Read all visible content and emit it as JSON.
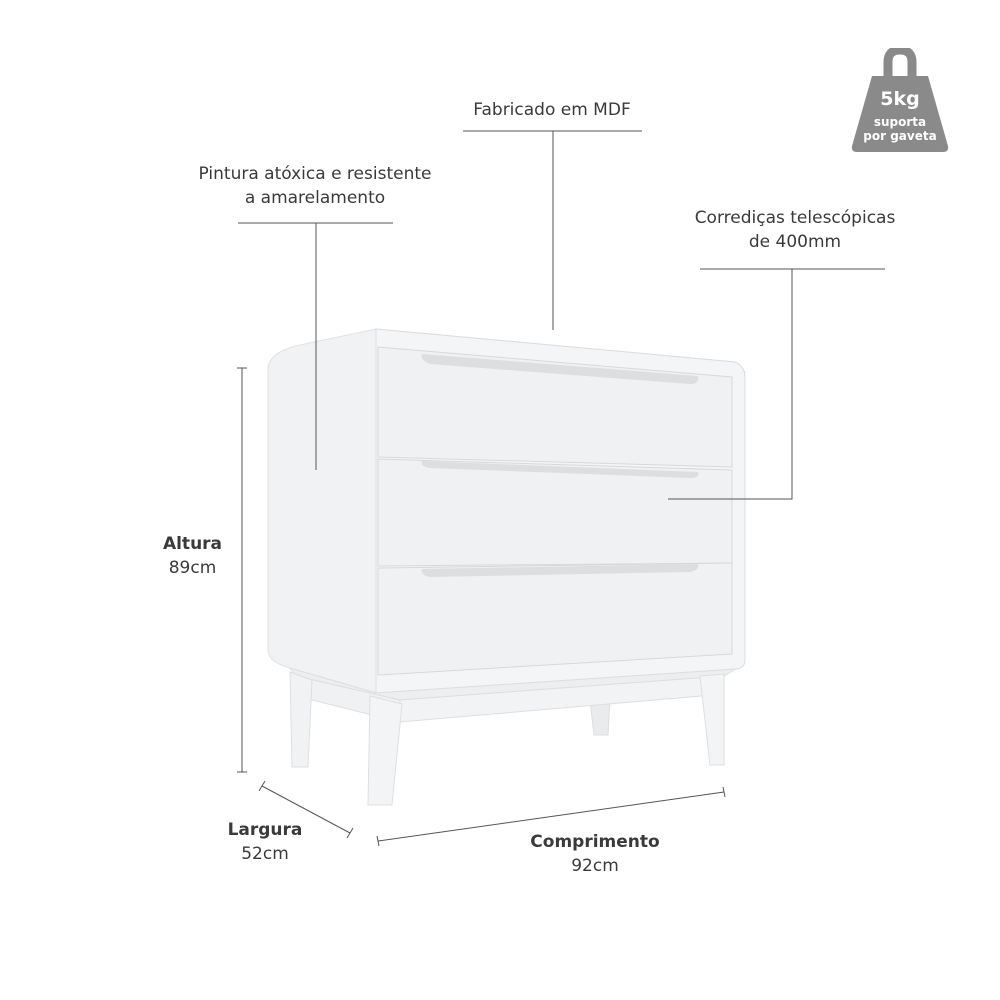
{
  "badge": {
    "weight": "5kg",
    "line1": "suporta",
    "line2": "por gaveta",
    "color": "#8a8a8a"
  },
  "callouts": {
    "mdf": "Fabricado em MDF",
    "paint_line1": "Pintura atóxica e resistente",
    "paint_line2": "a amarelamento",
    "slides_line1": "Corrediças telescópicas",
    "slides_line2": "de 400mm"
  },
  "dimensions": {
    "height_label": "Altura",
    "height_value": "89cm",
    "depth_label": "Largura",
    "depth_value": "52cm",
    "length_label": "Comprimento",
    "length_value": "92cm"
  },
  "product": {
    "type": "chest of drawers",
    "drawers": 3,
    "color": "#f3f4f5"
  }
}
